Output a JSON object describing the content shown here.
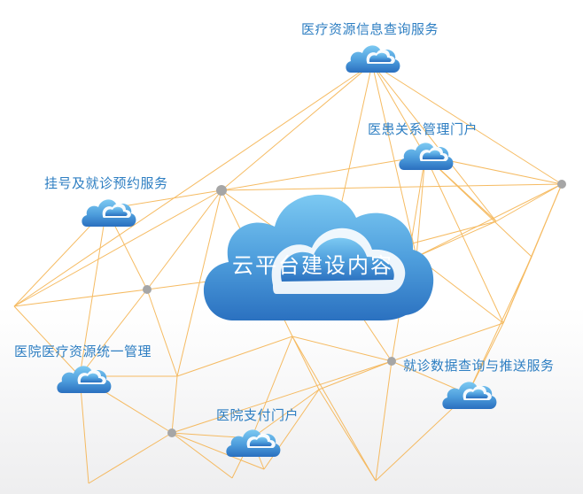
{
  "diagram": {
    "center": {
      "title": "云平台建设内容"
    },
    "services": [
      {
        "id": "info-query",
        "label": "医疗资源信息查询服务"
      },
      {
        "id": "crm-portal",
        "label": "医患关系管理门户"
      },
      {
        "id": "registration",
        "label": "挂号及就诊预约服务"
      },
      {
        "id": "resource-mgmt",
        "label": "医院医疗资源统一管理"
      },
      {
        "id": "data-push",
        "label": "就诊数据查询与推送服务"
      },
      {
        "id": "payment-portal",
        "label": "医院支付门户"
      }
    ],
    "colors": {
      "line": "#f5b452",
      "node": "#a6a6a6",
      "cloud_light": "#6cc0ee",
      "cloud_dark": "#2a78c4",
      "label": "#2d7ec2"
    }
  }
}
